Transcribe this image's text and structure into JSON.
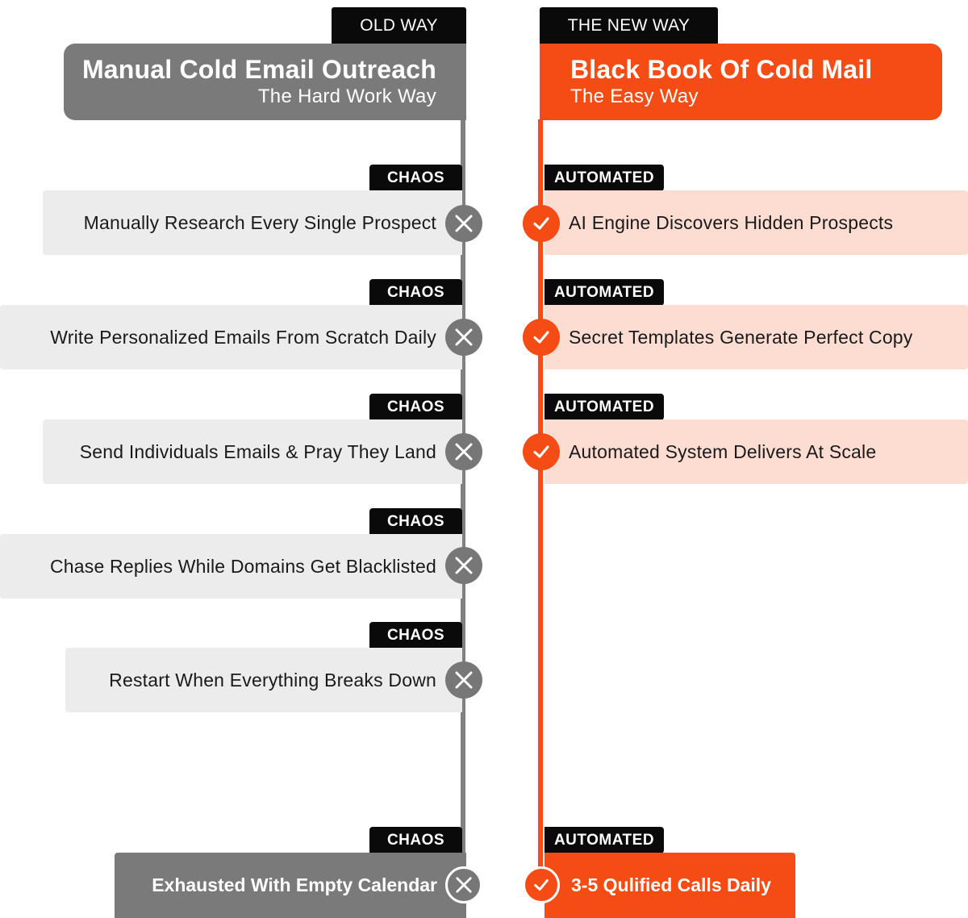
{
  "old": {
    "tab_label": "OLD WAY",
    "title": "Manual Cold Email Outreach",
    "subtitle": "The Hard Work Way",
    "tag": "CHAOS",
    "steps": [
      "Manually Research Every Single Prospect",
      "Write Personalized Emails From Scratch Daily",
      "Send Individuals Emails & Pray They Land",
      "Chase Replies While Domains Get Blacklisted",
      "Restart When Everything Breaks Down"
    ],
    "result": "Exhausted With Empty Calendar"
  },
  "new": {
    "tab_label": "THE NEW WAY",
    "title": "Black Book Of Cold Mail",
    "subtitle": "The Easy Way",
    "tag": "AUTOMATED",
    "steps": [
      "AI Engine Discovers Hidden Prospects",
      "Secret Templates Generate Perfect Copy",
      "Automated System Delivers At Scale"
    ],
    "result": "3-5 Qulified Calls Daily"
  },
  "colors": {
    "accent": "#f54b14",
    "old_gray": "#7a7a7a",
    "old_row_bg": "#ececec",
    "new_row_bg": "#fddcd2",
    "tab_black": "#0a0a0a"
  },
  "icons": {
    "old_marker": "x-circle-icon",
    "new_marker": "check-circle-icon"
  }
}
